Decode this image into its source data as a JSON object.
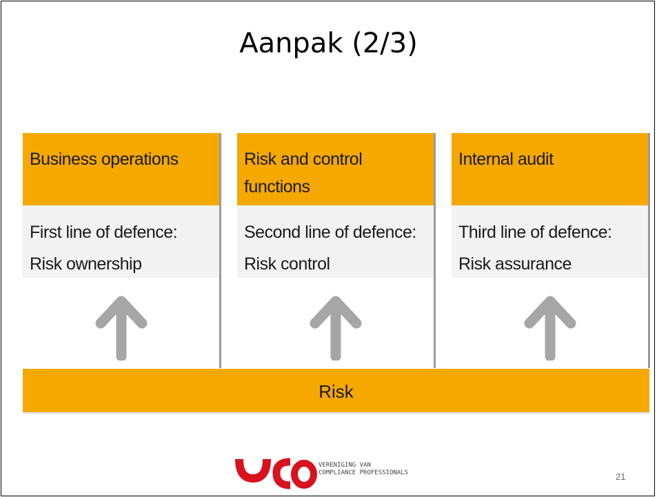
{
  "title": "Aanpak (2/3)",
  "columns": [
    {
      "head": "Business operations",
      "line1": "First line of defence:",
      "line2": "Risk ownership"
    },
    {
      "head": "Risk and control functions",
      "line1": "Second line of defence:",
      "line2": "Risk control"
    },
    {
      "head": "Internal audit",
      "line1": "Third line of defence:",
      "line2": "Risk assurance"
    }
  ],
  "risk_label": "Risk",
  "logo": {
    "line1": "VERENIGING VAN",
    "line2": "COMPLIANCE PROFESSIONALS"
  },
  "page_number": "21",
  "colors": {
    "accent": "#f5a800",
    "arrow": "#a6a6a6",
    "panel": "#f2f2f2"
  }
}
